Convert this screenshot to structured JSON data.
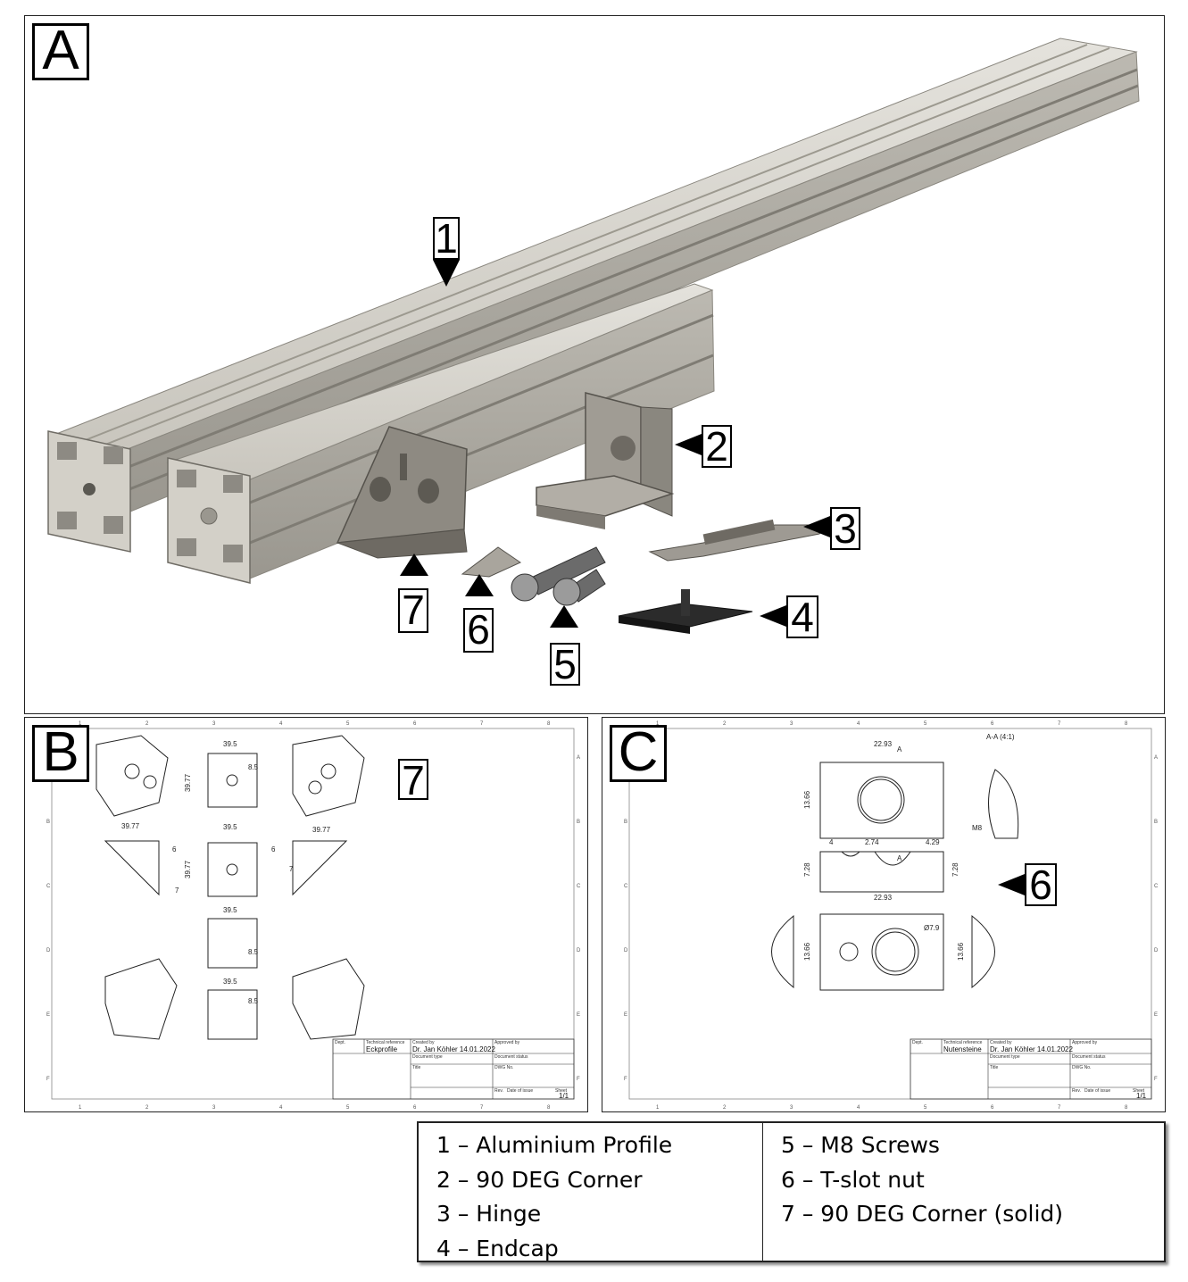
{
  "panels": {
    "a": {
      "letter": "A"
    },
    "b": {
      "letter": "B"
    },
    "c": {
      "letter": "C"
    }
  },
  "callouts": {
    "a": [
      "1",
      "2",
      "3",
      "4",
      "5",
      "6",
      "7"
    ],
    "b": "7",
    "c": "6"
  },
  "drawing_b": {
    "dims": [
      "39.5",
      "39.77",
      "8.5",
      "39.77",
      "39.77",
      "39.5",
      "39.77",
      "6",
      "7",
      "6",
      "7",
      "39.5",
      "8.5",
      "39.5",
      "8.5"
    ],
    "title_block": {
      "dept_label": "Dept.",
      "tech_ref_label": "Technical reference",
      "tech_ref": "Eckprofile",
      "created_label": "Created by",
      "created": "Dr. Jan Köhler  14.01.2022",
      "approved_label": "Approved by",
      "doc_type_label": "Document type",
      "doc_status_label": "Document status",
      "title_label": "Title",
      "dwg_label": "DWG No.",
      "rev_label": "Rev.",
      "date_label": "Date of issue",
      "sheet_label": "Sheet",
      "sheet": "1/1"
    }
  },
  "drawing_c": {
    "section_label": "A-A (4:1)",
    "dims": [
      "22.93",
      "A",
      "13.66",
      "M8",
      "4",
      "2.74",
      "4.29",
      "A",
      "7.28",
      "7.28",
      "22.93",
      "Ø7.9",
      "13.66",
      "13.66"
    ],
    "title_block": {
      "dept_label": "Dept.",
      "tech_ref_label": "Technical reference",
      "tech_ref": "Nutensteine",
      "created_label": "Created by",
      "created": "Dr. Jan Köhler  14.01.2022",
      "approved_label": "Approved by",
      "doc_type_label": "Document type",
      "doc_status_label": "Document status",
      "title_label": "Title",
      "dwg_label": "DWG No.",
      "rev_label": "Rev.",
      "date_label": "Date of issue",
      "sheet_label": "Sheet",
      "sheet": "1/1"
    }
  },
  "grid": {
    "cols": [
      "1",
      "2",
      "3",
      "4",
      "5",
      "6",
      "7",
      "8"
    ],
    "rows": [
      "A",
      "B",
      "C",
      "D",
      "E",
      "F"
    ]
  },
  "legend": {
    "left": [
      "1 – Aluminium Profile",
      "2 – 90 DEG Corner",
      "3 – Hinge",
      "4 – Endcap"
    ],
    "right": [
      "5 – M8 Screws",
      "6 – T-slot nut",
      "7 – 90 DEG Corner (solid)"
    ]
  },
  "colors": {
    "aluminium_light": "#d8d6d0",
    "aluminium_mid": "#b9b6ae",
    "aluminium_dark": "#8d8a83",
    "bracket": "#a29e96",
    "dark_metal": "#4b4b4b",
    "endcap": "#222222"
  }
}
